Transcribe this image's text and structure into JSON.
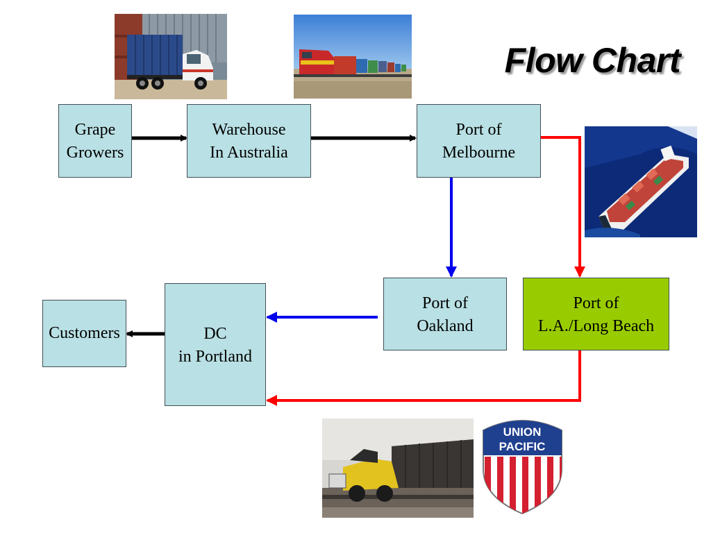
{
  "title": "Flow Chart",
  "nodes": {
    "grape_growers": [
      "Grape",
      "Growers"
    ],
    "warehouse": [
      "Warehouse",
      "In Australia"
    ],
    "melbourne": [
      "Port of",
      "Melbourne"
    ],
    "oakland": [
      "Port of",
      "Oakland"
    ],
    "la_long_beach": [
      "Port of",
      "L.A./Long Beach"
    ],
    "dc_portland": [
      "DC",
      "in Portland"
    ],
    "customers": [
      "Customers"
    ]
  },
  "logo": {
    "line1": "UNION",
    "line2": "PACIFIC"
  },
  "colors": {
    "node_fill": "#b9e0e4",
    "node_fill_la": "#99cc00",
    "arrow_black": "#000000",
    "arrow_blue": "#0000ee",
    "arrow_red": "#ff0000",
    "logo_blue": "#1f3f8f",
    "logo_red": "#d42030"
  }
}
